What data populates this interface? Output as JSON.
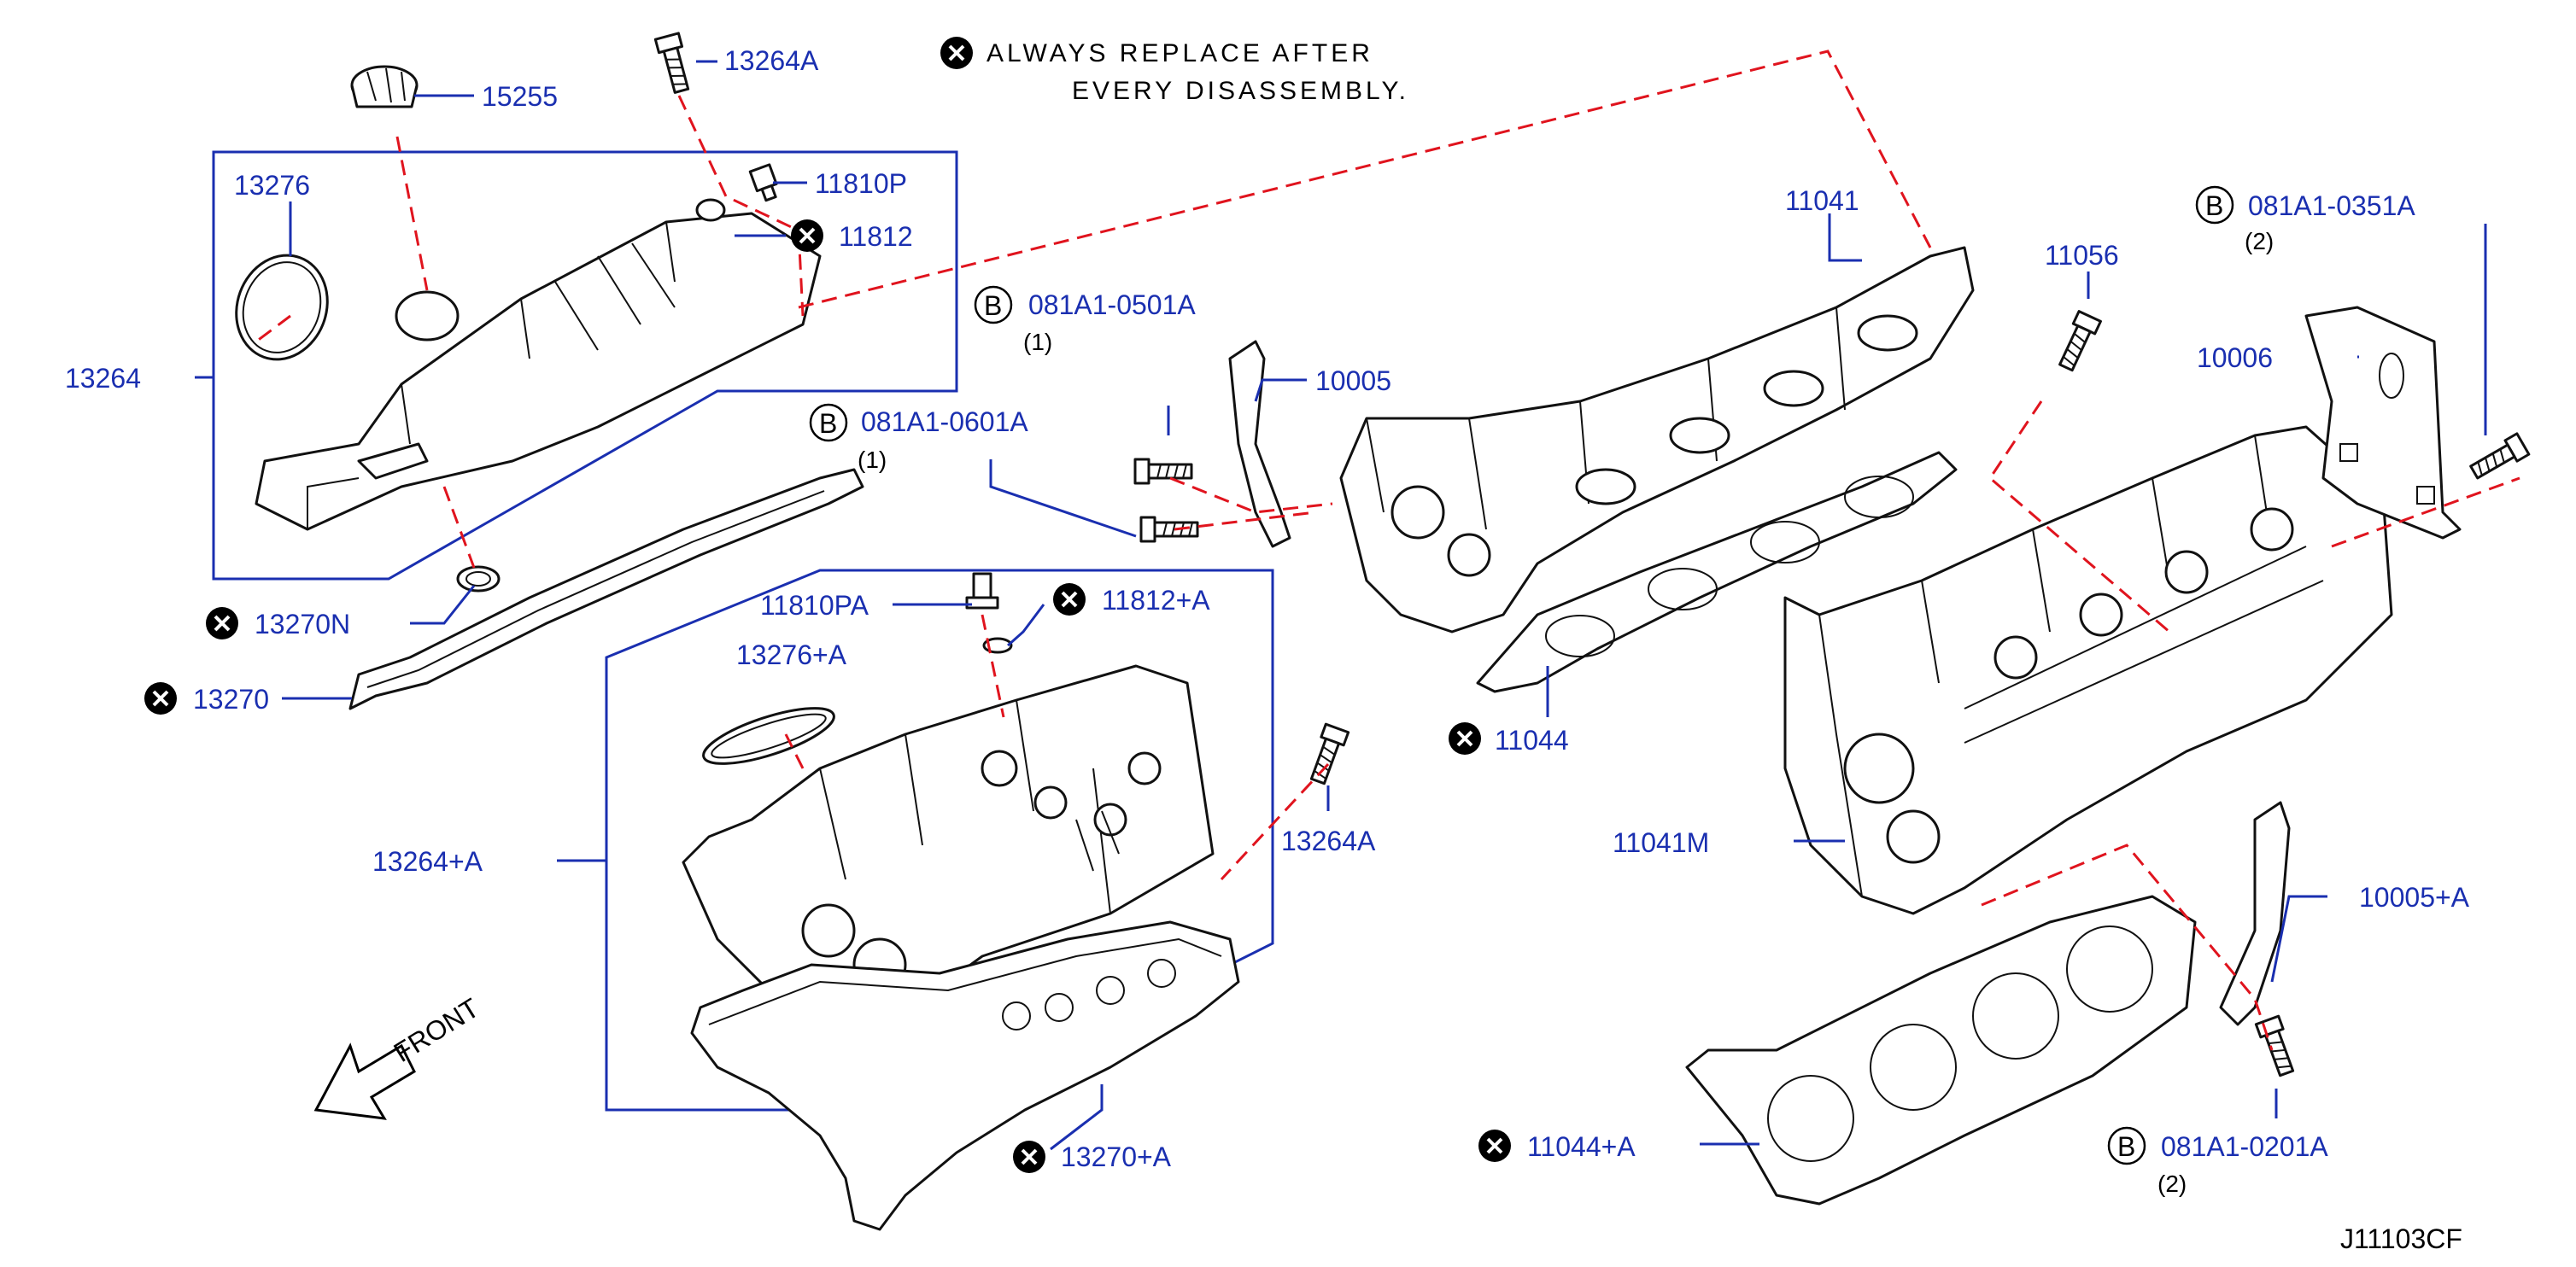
{
  "notes": {
    "replace_line1": "ALWAYS  REPLACE  AFTER",
    "replace_line2": "EVERY  DISASSEMBLY.",
    "front": "FRONT"
  },
  "marks": {
    "b_letter": "B",
    "x_icon": "circled-x-icon",
    "b_icon": "circled-b-icon"
  },
  "parts": {
    "p15255": "15255",
    "p13264a": "13264A",
    "p11810p": "11810P",
    "p11812": "11812",
    "p13276": "13276",
    "p13264": "13264",
    "p13270n": "13270N",
    "p13270": "13270",
    "p081a1_0601a": "081A1-0601A",
    "p081a1_0501a": "081A1-0501A",
    "p10005": "10005",
    "p11041": "11041",
    "p11810pa": "11810PA",
    "p11812a": "11812+A",
    "p13276a": "13276+A",
    "p13264plus_a": "13264+A",
    "p13270a": "13270+A",
    "p11044": "11044",
    "p11044a": "11044+A",
    "p11041m": "11041M",
    "p11056": "11056",
    "p081a1_0351a": "081A1-0351A",
    "p10006": "10006",
    "p10005a": "10005+A",
    "p081a1_0201a": "081A1-0201A",
    "qty_1": "(1)",
    "qty_2": "(2)"
  },
  "diagram_code": "J11103CF",
  "colors": {
    "label": "#1a2fb0",
    "relation_line": "#e0141e",
    "outline": "#111111"
  }
}
